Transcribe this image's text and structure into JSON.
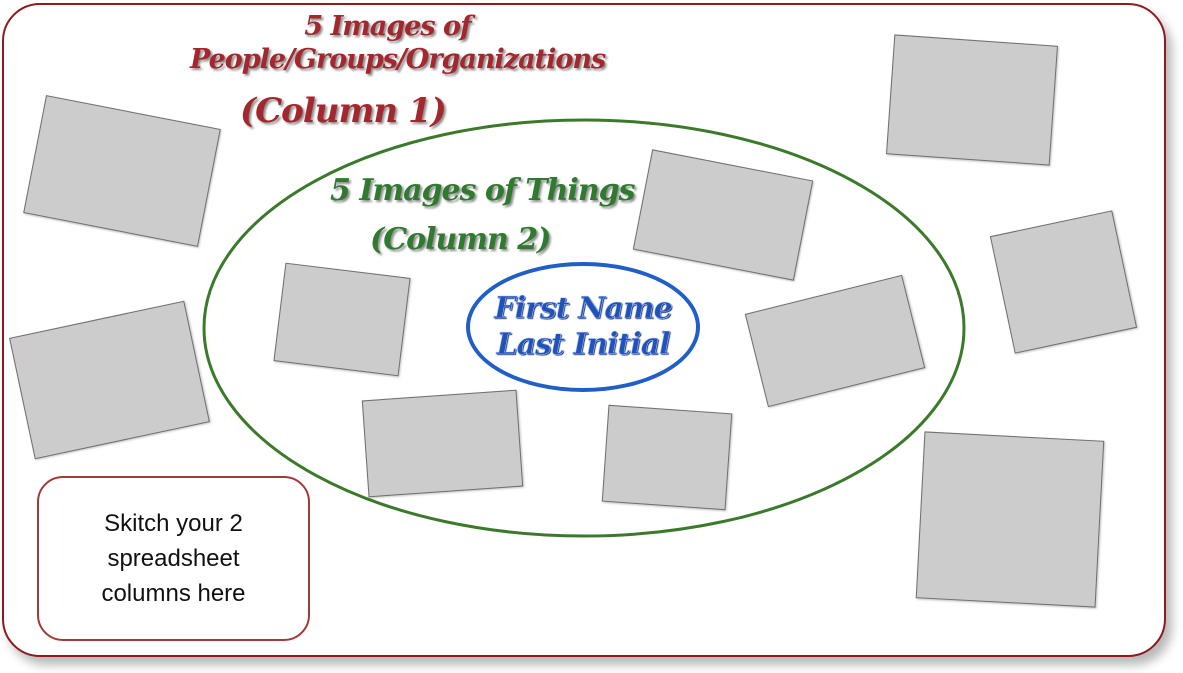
{
  "labels": {
    "people_title": "5 Images of People/Groups/Organizations",
    "column1": "(Column 1)",
    "things_title": "5 Images of Things",
    "column2": "(Column 2)",
    "center_line1": "First Name",
    "center_line2": "Last Initial",
    "skitch_note": "Skitch your 2 spreadsheet columns here"
  },
  "colors": {
    "people_accent": "#a3272c",
    "things_accent": "#2f7a2f",
    "center_accent": "#1f5fc7",
    "placeholder": "#cccccc"
  },
  "groups": {
    "people": "5 image placeholders",
    "things": "5 image placeholders"
  }
}
